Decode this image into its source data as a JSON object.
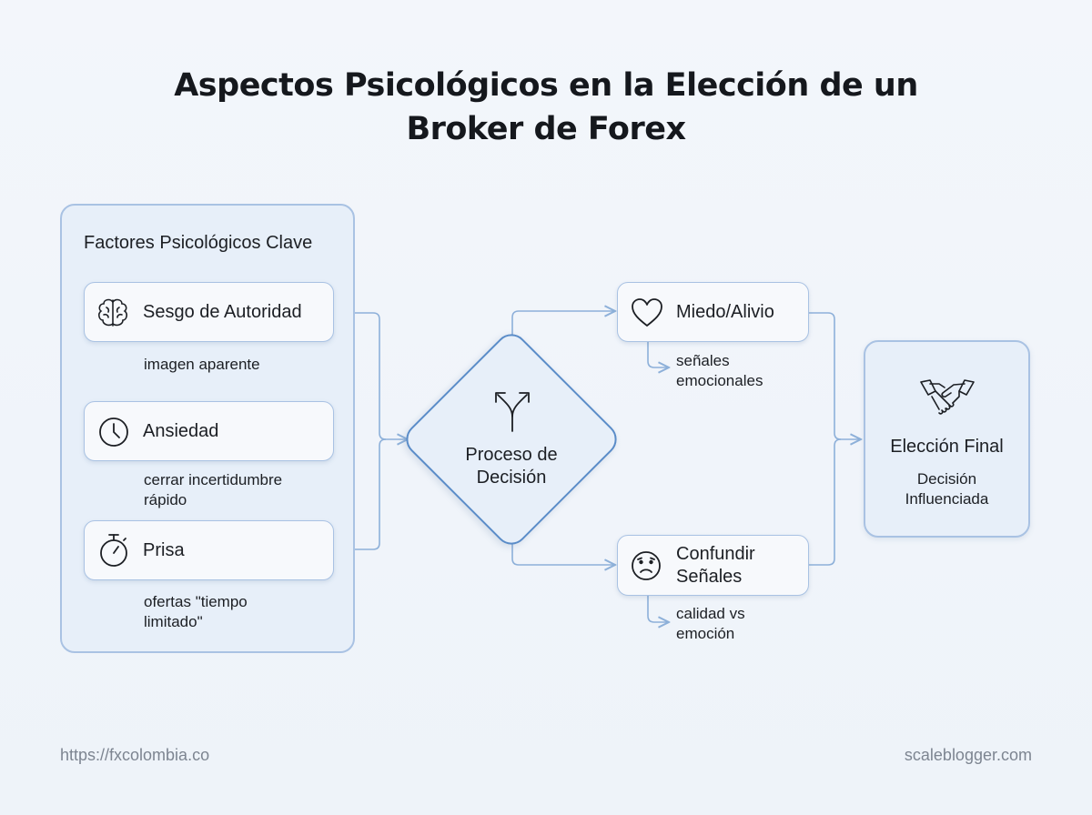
{
  "title": {
    "line1": "Aspectos Psicológicos en la Elección de un",
    "line2": "Broker de Forex"
  },
  "factors_panel": {
    "title": "Factores Psicológicos Clave",
    "items": [
      {
        "label": "Sesgo de Autoridad",
        "icon": "brain-icon",
        "note": [
          "imagen aparente"
        ]
      },
      {
        "label": "Ansiedad",
        "icon": "clock-icon",
        "note": [
          "cerrar incertidumbre",
          "rápido"
        ]
      },
      {
        "label": "Prisa",
        "icon": "stopwatch-icon",
        "note": [
          "ofertas \"tiempo",
          "limitado\""
        ]
      }
    ]
  },
  "decision": {
    "line1": "Proceso de",
    "line2": "Decisión",
    "icon": "split-arrows-icon"
  },
  "outcomes": [
    {
      "label": [
        "Miedo/Alivio"
      ],
      "icon": "heart-icon",
      "note": [
        "señales",
        "emocionales"
      ]
    },
    {
      "label": [
        "Confundir",
        "Señales"
      ],
      "icon": "worried-face-icon",
      "note": [
        "calidad vs",
        "emoción"
      ]
    }
  ],
  "final": {
    "title": "Elección Final",
    "sub1": "Decisión",
    "sub2": "Influenciada",
    "icon": "handshake-icon"
  },
  "footer": {
    "left": "https://fxcolombia.co",
    "right": "scaleblogger.com"
  },
  "colors": {
    "accent": "#5a8cc8",
    "border": "#a9c2e3",
    "panel": "#e7eff9",
    "card": "#f7f9fc"
  }
}
